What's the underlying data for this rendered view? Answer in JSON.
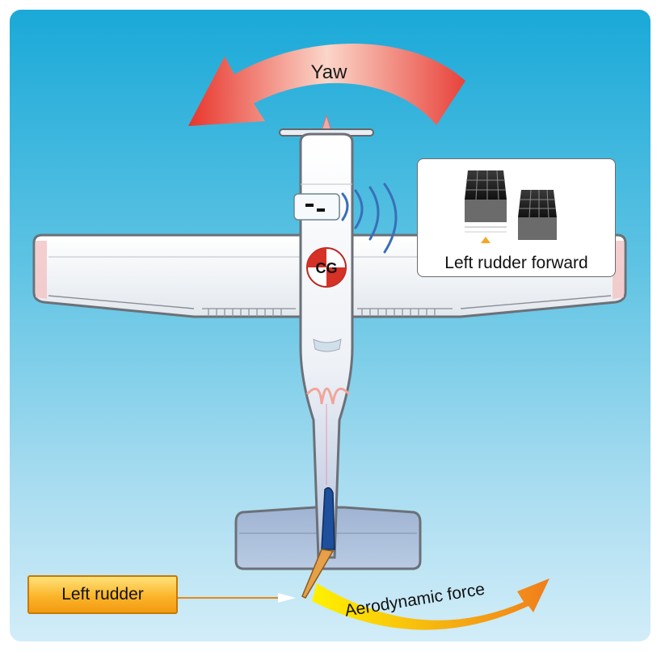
{
  "labels": {
    "yaw": "Yaw",
    "cg": "CG",
    "callout_caption": "Left rudder forward",
    "left_rudder": "Left rudder",
    "aerodynamic_force": "Aerodynamic force"
  },
  "colors": {
    "sky_top": "#1aa9d8",
    "sky_bottom": "#d2edf8",
    "yaw_arrow": "#e8423a",
    "force_arrow_start": "#ffe600",
    "force_arrow_end": "#f07d1c",
    "label_box": "#fbb52a",
    "rudder": "#1d4f9c"
  }
}
